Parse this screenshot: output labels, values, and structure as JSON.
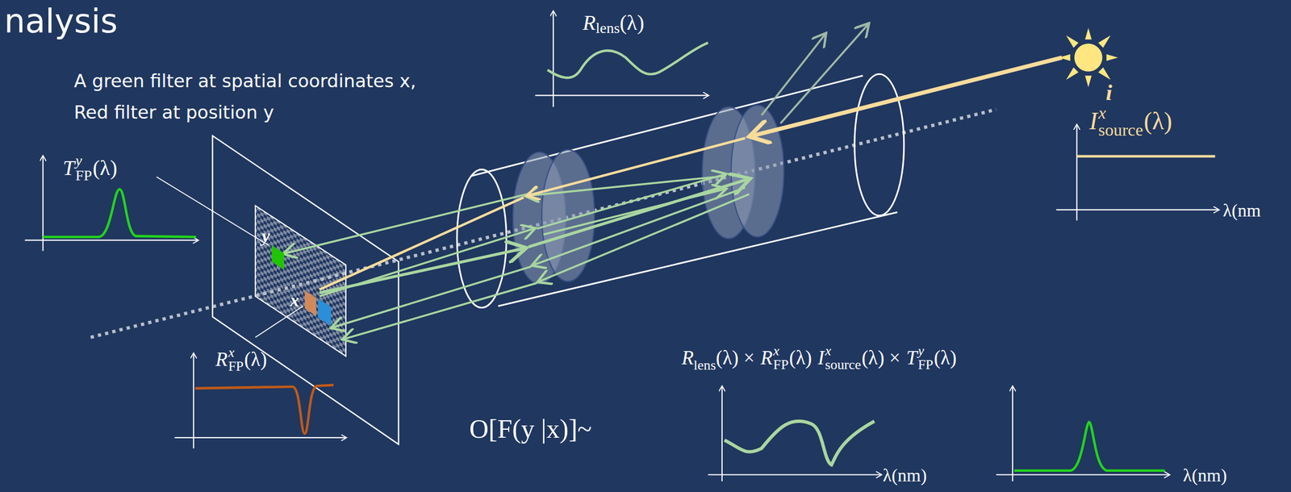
{
  "diagram": {
    "title": "nalysis",
    "labels": [
      "A green filter at spatial coordinates x,",
      "Red filter at position y",
      "R",
      "lens",
      "(λ)",
      "T",
      "y",
      "FP",
      "(λ)",
      "I",
      "x",
      "source",
      "(λ)",
      "i",
      "λ(nm",
      "y",
      "x",
      "R",
      "x",
      "FP",
      "(λ)",
      "R",
      "lens",
      "(λ) ×",
      "R",
      "x",
      "FP",
      "(λ)",
      "I",
      "x",
      "source",
      "(λ) ×",
      "T",
      "y",
      "FP",
      "(λ)",
      "O[F(y |x)]~",
      "λ(nm)",
      "λ(nm)"
    ]
  }
}
